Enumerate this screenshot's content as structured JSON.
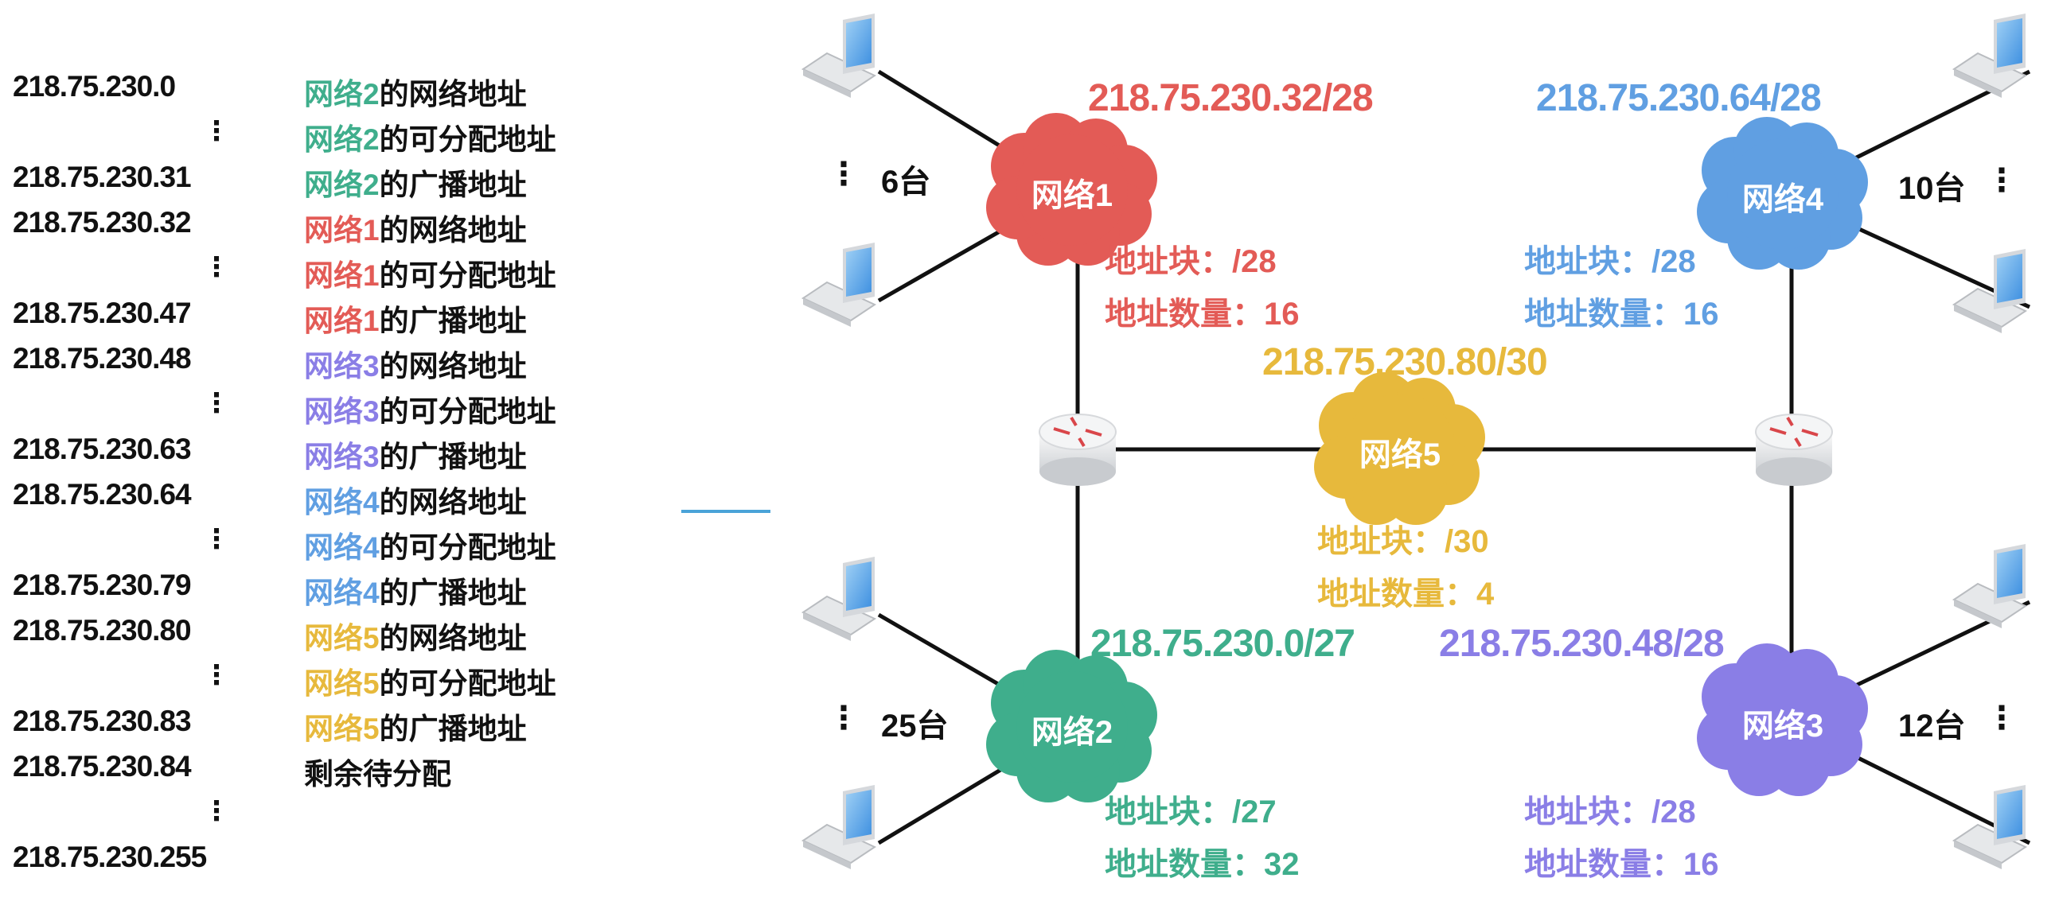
{
  "colors": {
    "net1": "#e35b56",
    "net2": "#3fae8c",
    "net3": "#8a7ee6",
    "net4": "#609fe2",
    "net5": "#e7b93c",
    "divider": "#4aa3d8"
  },
  "allocation_table": [
    {
      "ip": "218.75.230.0",
      "net": "网络2",
      "suffix": "的网络地址",
      "color": "net2"
    },
    {
      "ip": "⋮",
      "net": "网络2",
      "suffix": "的可分配地址",
      "color": "net2"
    },
    {
      "ip": "218.75.230.31",
      "net": "网络2",
      "suffix": "的广播地址",
      "color": "net2"
    },
    {
      "ip": "218.75.230.32",
      "net": "网络1",
      "suffix": "的网络地址",
      "color": "net1"
    },
    {
      "ip": "⋮",
      "net": "网络1",
      "suffix": "的可分配地址",
      "color": "net1"
    },
    {
      "ip": "218.75.230.47",
      "net": "网络1",
      "suffix": "的广播地址",
      "color": "net1"
    },
    {
      "ip": "218.75.230.48",
      "net": "网络3",
      "suffix": "的网络地址",
      "color": "net3"
    },
    {
      "ip": "⋮",
      "net": "网络3",
      "suffix": "的可分配地址",
      "color": "net3"
    },
    {
      "ip": "218.75.230.63",
      "net": "网络3",
      "suffix": "的广播地址",
      "color": "net3"
    },
    {
      "ip": "218.75.230.64",
      "net": "网络4",
      "suffix": "的网络地址",
      "color": "net4"
    },
    {
      "ip": "⋮",
      "net": "网络4",
      "suffix": "的可分配地址",
      "color": "net4"
    },
    {
      "ip": "218.75.230.79",
      "net": "网络4",
      "suffix": "的广播地址",
      "color": "net4"
    },
    {
      "ip": "218.75.230.80",
      "net": "网络5",
      "suffix": "的网络地址",
      "color": "net5"
    },
    {
      "ip": "⋮",
      "net": "网络5",
      "suffix": "的可分配地址",
      "color": "net5"
    },
    {
      "ip": "218.75.230.83",
      "net": "网络5",
      "suffix": "的广播地址",
      "color": "net5"
    },
    {
      "ip": "218.75.230.84",
      "net": "",
      "suffix": "剩余待分配",
      "color": "net1"
    },
    {
      "ip": "⋮",
      "net": "",
      "suffix": "",
      "color": "net1"
    },
    {
      "ip": "218.75.230.255",
      "net": "",
      "suffix": "",
      "color": "net1"
    }
  ],
  "networks": {
    "net1": {
      "name": "网络1",
      "cidr": "218.75.230.32/28",
      "block": "地址块：/28",
      "count": "地址数量：16",
      "hosts": "6台"
    },
    "net2": {
      "name": "网络2",
      "cidr": "218.75.230.0/27",
      "block": "地址块：/27",
      "count": "地址数量：32",
      "hosts": "25台"
    },
    "net3": {
      "name": "网络3",
      "cidr": "218.75.230.48/28",
      "block": "地址块：/28",
      "count": "地址数量：16",
      "hosts": "12台"
    },
    "net4": {
      "name": "网络4",
      "cidr": "218.75.230.64/28",
      "block": "地址块：/28",
      "count": "地址数量：16",
      "hosts": "10台"
    },
    "net5": {
      "name": "网络5",
      "cidr": "218.75.230.80/30",
      "block": "地址块：/30",
      "count": "地址数量：4"
    }
  },
  "icons": {
    "laptop": "laptop-icon",
    "router": "router-icon",
    "cloud": "cloud-icon"
  },
  "ellipsis": "⋮"
}
